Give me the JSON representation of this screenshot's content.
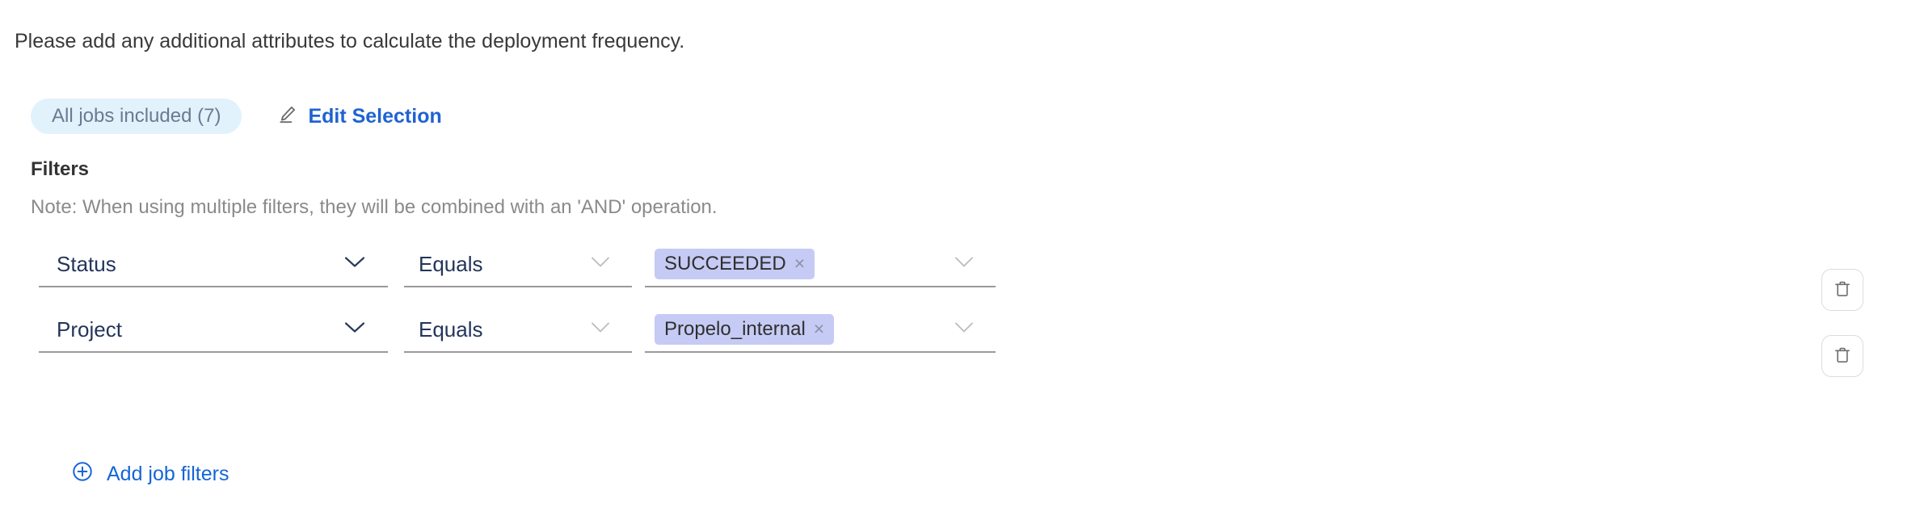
{
  "intro": {
    "text": "Please add any additional attributes to calculate the deployment frequency."
  },
  "selection": {
    "jobs_pill_label": "All jobs included (7)",
    "edit_label": "Edit Selection",
    "edit_icon": "pencil-icon"
  },
  "filters": {
    "title": "Filters",
    "note": "Note: When using multiple filters, they will be combined with an 'AND' operation.",
    "add_label": "Add job filters",
    "add_icon": "circle-plus-icon",
    "delete_icon": "trash-icon",
    "chevron_icon": "chevron-down-icon",
    "chip_remove_icon": "close-icon",
    "rows": [
      {
        "field": "Status",
        "operator": "Equals",
        "value": "SUCCEEDED",
        "remove_value_label": "×"
      },
      {
        "field": "Project",
        "operator": "Equals",
        "value": "Propelo_internal",
        "remove_value_label": "×"
      }
    ]
  },
  "colors": {
    "link_blue": "#1565d8",
    "pill_bg": "#e2f2fc",
    "pill_text": "#6b7a90",
    "chip_bg": "#c5cbf4",
    "select_text": "#24355a",
    "underline": "#9a9a9a"
  }
}
